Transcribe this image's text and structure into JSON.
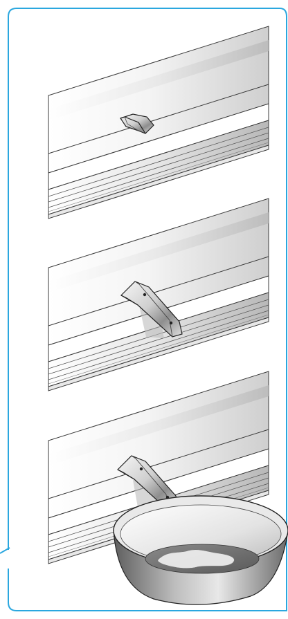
{
  "figure": {
    "description_text": "",
    "border_color": "#2aa7df",
    "line_color": "#3a3a3a",
    "panels": [
      {
        "id": "lever-closed",
        "lever_state": "closed",
        "drip": false,
        "bowl": false
      },
      {
        "id": "lever-open",
        "lever_state": "open",
        "drip": false,
        "bowl": false
      },
      {
        "id": "lever-open-draining",
        "lever_state": "open",
        "drip": true,
        "bowl": true
      }
    ]
  }
}
